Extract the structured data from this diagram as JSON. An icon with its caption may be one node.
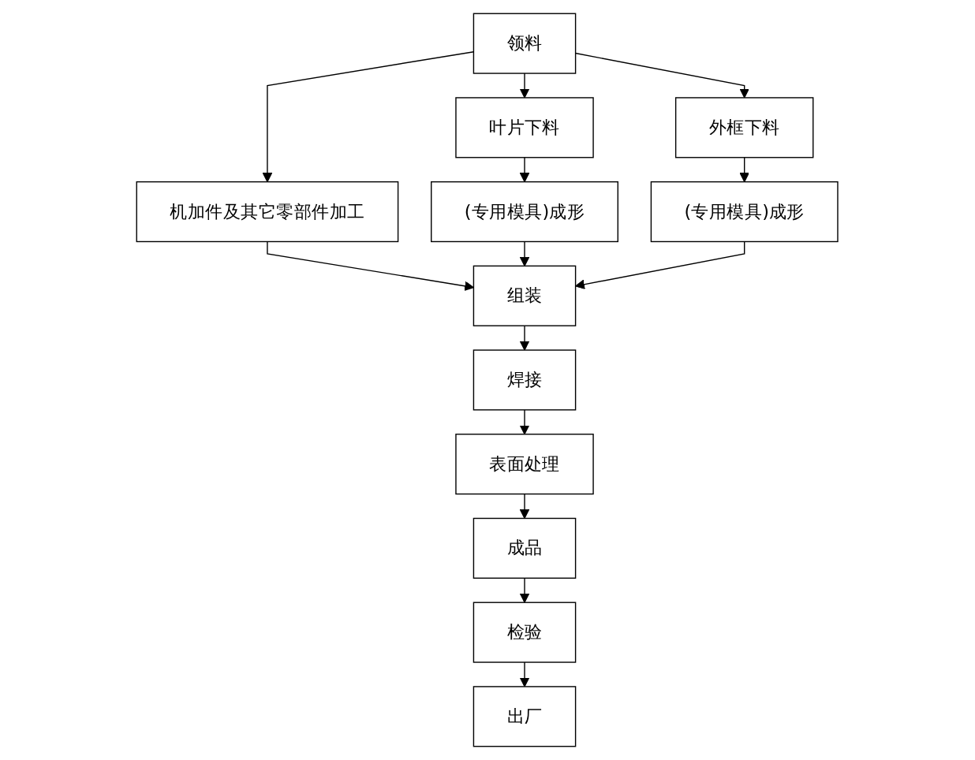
{
  "diagram": {
    "nodes": [
      {
        "text": [
          "领料"
        ]
      },
      {
        "text": [
          "叶片下料"
        ]
      },
      {
        "text": [
          "外框下料"
        ]
      },
      {
        "text": [
          "机加件及其它零部件加工"
        ]
      },
      {
        "text": [
          "(专用模具)成形"
        ]
      },
      {
        "text": [
          "(专用模具)成形"
        ]
      },
      {
        "text": [
          "组装"
        ]
      },
      {
        "text": [
          "焊接"
        ]
      },
      {
        "text": [
          "表面处理"
        ]
      },
      {
        "text": [
          "成品"
        ]
      },
      {
        "text": [
          "检验"
        ]
      },
      {
        "text": [
          "出厂"
        ]
      }
    ],
    "edges": [
      {
        "from": 0,
        "to": 3,
        "arrow": "to"
      },
      {
        "from": 0,
        "to": 1,
        "arrow": "to"
      },
      {
        "from": 0,
        "to": 2,
        "arrow": "to"
      },
      {
        "from": 1,
        "to": 4,
        "arrow": "to"
      },
      {
        "from": 2,
        "to": 5,
        "arrow": "to"
      },
      {
        "from": 3,
        "to": 6,
        "arrow": "to"
      },
      {
        "from": 4,
        "to": 6,
        "arrow": "to"
      },
      {
        "from": 5,
        "to": 6,
        "arrow": "to"
      },
      {
        "from": 6,
        "to": 7,
        "arrow": "to"
      },
      {
        "from": 7,
        "to": 8,
        "arrow": "to"
      },
      {
        "from": 8,
        "to": 9,
        "arrow": "to"
      },
      {
        "from": 9,
        "to": 10,
        "arrow": "to"
      },
      {
        "from": 10,
        "to": 11,
        "arrow": "to"
      }
    ]
  }
}
